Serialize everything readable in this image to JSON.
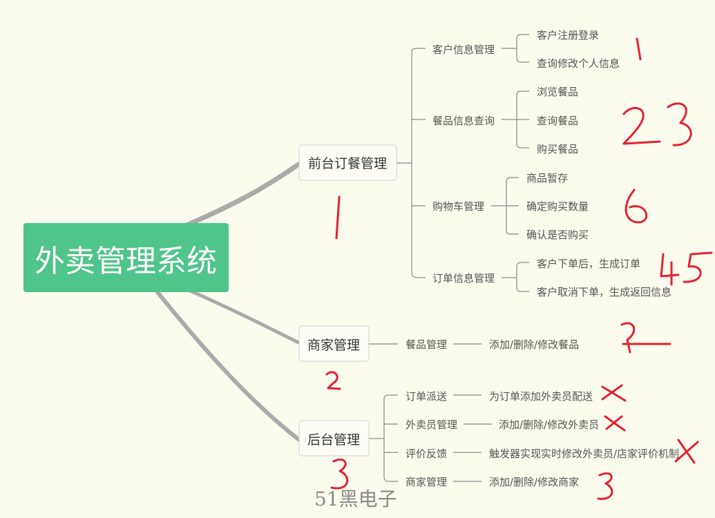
{
  "root": {
    "label": "外卖管理系统"
  },
  "branches": [
    {
      "label": "前台订餐管理",
      "children": [
        {
          "label": "客户信息管理",
          "children": [
            "客户注册登录",
            "查询修改个人信息"
          ]
        },
        {
          "label": "餐品信息查询",
          "children": [
            "浏览餐品",
            "查询餐品",
            "购买餐品"
          ]
        },
        {
          "label": "购物车管理",
          "children": [
            "商品暂存",
            "确定购买数量",
            "确认是否购买"
          ]
        },
        {
          "label": "订单信息管理",
          "children": [
            "客户下单后，生成订单",
            "客户取消下单，生成返回信息"
          ]
        }
      ]
    },
    {
      "label": "商家管理",
      "children": [
        {
          "label": "餐品管理",
          "children": [
            "添加/删除/修改餐品"
          ]
        }
      ]
    },
    {
      "label": "后台管理",
      "children": [
        {
          "label": "订单派送",
          "children": [
            "为订单添加外卖员配送"
          ]
        },
        {
          "label": "外卖员管理",
          "children": [
            "添加/删除/修改外卖员"
          ]
        },
        {
          "label": "评价反馈",
          "children": [
            "触发器实现实时修改外卖员/店家评价机制"
          ]
        },
        {
          "label": "商家管理",
          "children": [
            "添加/删除/修改商家"
          ]
        }
      ]
    }
  ],
  "annotations": [
    "1",
    "23",
    "6",
    "45",
    "1",
    "2",
    "2",
    "3",
    "3",
    "x",
    "x",
    "x"
  ],
  "watermark": "51黑电子",
  "colors": {
    "root_fill": "#4fc48b",
    "annotation": "#e5202e",
    "background": "#fbfbee"
  }
}
